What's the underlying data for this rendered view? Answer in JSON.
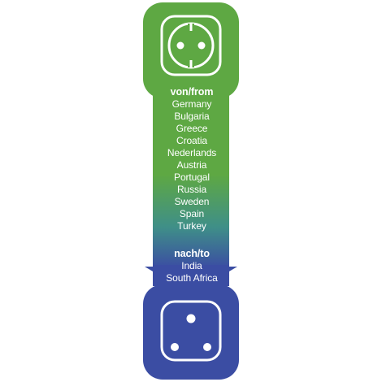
{
  "from": {
    "heading": "von/from",
    "countries": [
      "Germany",
      "Bulgaria",
      "Greece",
      "Croatia",
      "Nederlands",
      "Austria",
      "Portugal",
      "Russia",
      "Sweden",
      "Spain",
      "Turkey"
    ]
  },
  "to": {
    "heading": "nach/to",
    "countries": [
      "India",
      "South Africa"
    ]
  },
  "colors": {
    "green": "#5ea843",
    "blue": "#3b4da3",
    "white": "#ffffff"
  },
  "icons": {
    "top": "schuko-socket-icon",
    "bottom": "type-d-socket-icon"
  }
}
